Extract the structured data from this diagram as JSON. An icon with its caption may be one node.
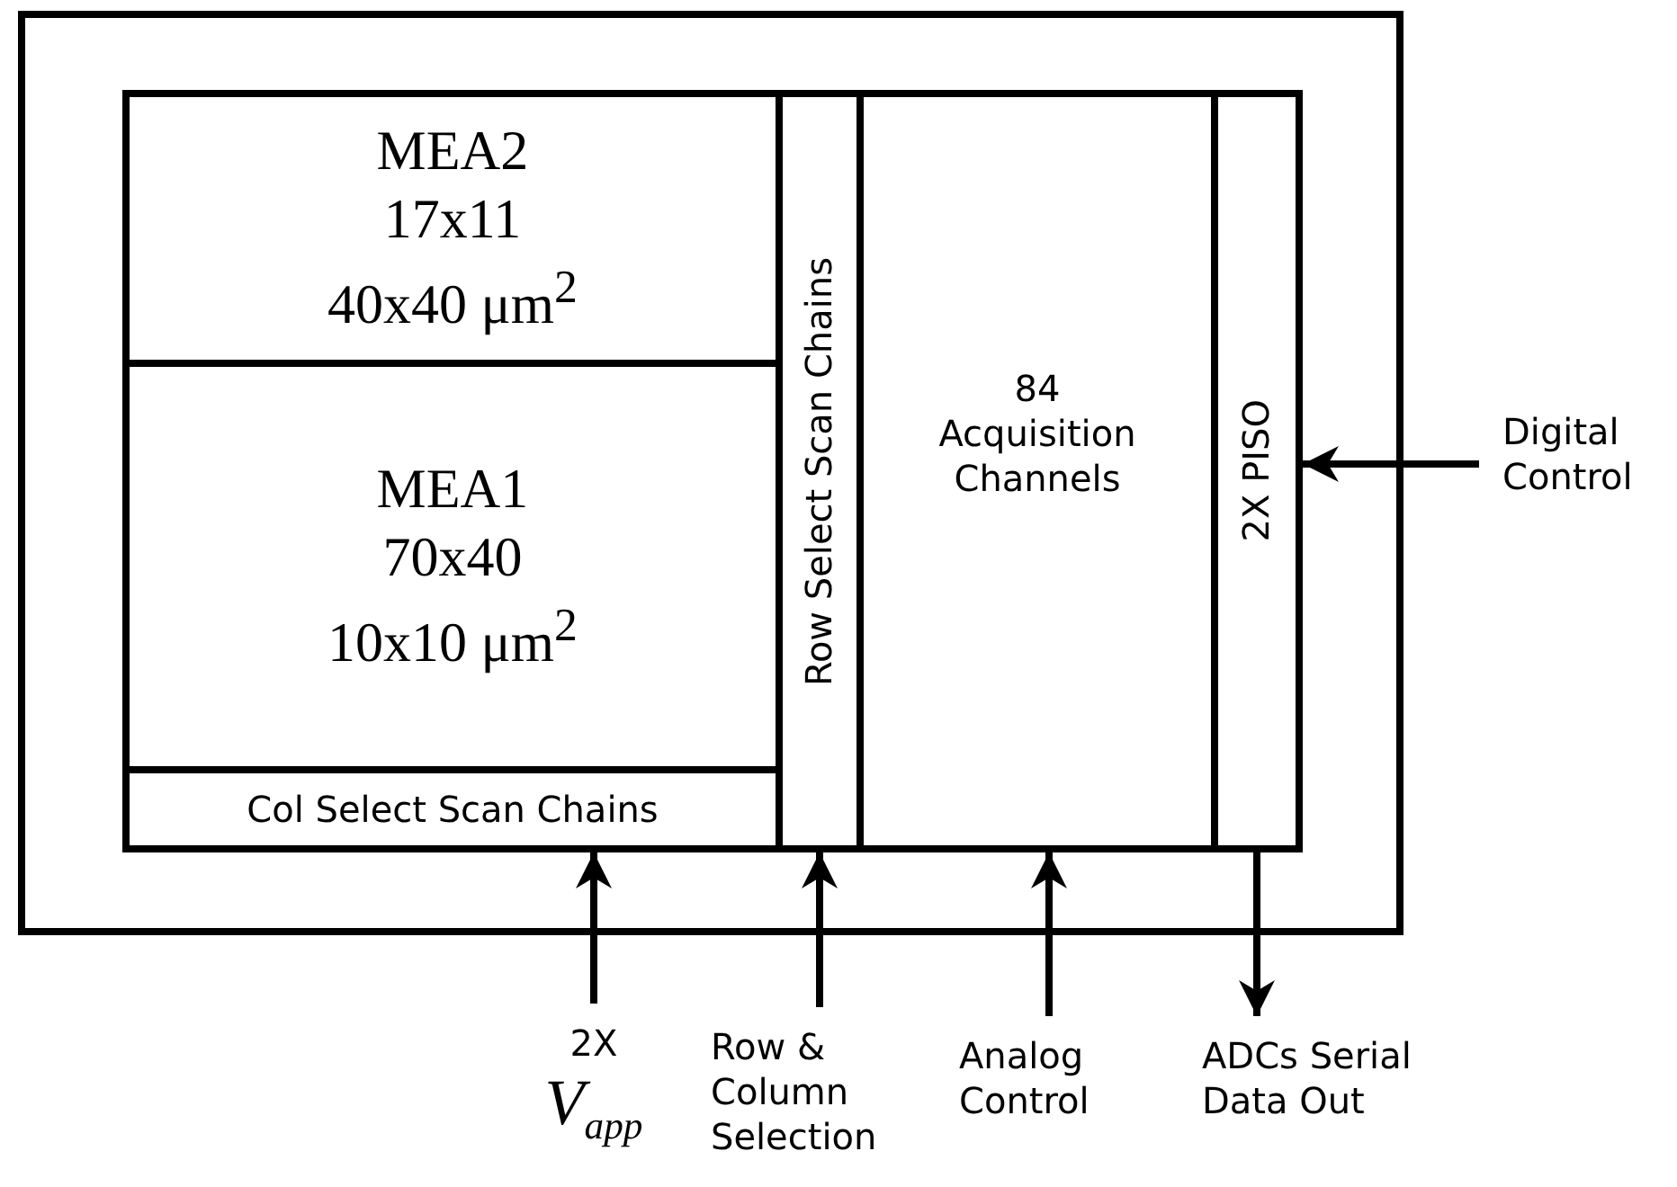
{
  "diagram": {
    "nodes": [
      {
        "text": [],
        "shape": "box"
      },
      {
        "text": [],
        "shape": "box",
        "in": 0
      },
      {
        "text": [
          "MEA2",
          "17x11",
          "40x40 μm$^{2}$"
        ],
        "in": 1
      },
      {
        "text": [
          "MEA1",
          "70x40",
          "10x10 μm$^{2}$"
        ],
        "in": 1
      },
      {
        "text": [
          "Col Select Scan Chains"
        ],
        "in": 1
      },
      {
        "text": [
          "Row Select Scan Chains"
        ],
        "in": 1
      },
      {
        "text": [
          "84 Acquisition Channels"
        ],
        "in": 1
      },
      {
        "text": [
          "2X PISO"
        ],
        "in": 1
      },
      {
        "text": [
          "Digital Control"
        ]
      },
      {
        "text": [
          "2X",
          "*V*$_{app}$"
        ]
      },
      {
        "text": [
          "Row & Column Selection"
        ]
      },
      {
        "text": [
          "Analog Control"
        ]
      },
      {
        "text": [
          "ADCs Serial Data Out"
        ]
      }
    ],
    "edges": [
      {
        "from": 8,
        "to": 7,
        "arrow": "to"
      },
      {
        "from": 9,
        "to": 4,
        "arrow": "to"
      },
      {
        "from": 10,
        "to": 5,
        "arrow": "to"
      },
      {
        "from": 11,
        "to": 6,
        "arrow": "to"
      },
      {
        "from": 7,
        "to": 12,
        "arrow": "to"
      }
    ]
  }
}
